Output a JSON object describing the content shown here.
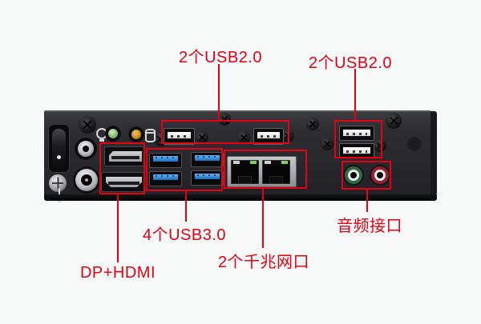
{
  "colors": {
    "background": "#f7f8f8",
    "annotation_red": "#e60012",
    "usb3_tongue_blue": "#2e86d9",
    "usb2_tongue_white": "#efefef",
    "power_led_green": "#82bd6f",
    "hdd_led_orange": "#cd8d1e",
    "line_out_green": "#2e6b40",
    "mic_in_red": "#93222e",
    "ethernet_led_green": "#77d266"
  },
  "annotations": {
    "usb2_top": {
      "label": "2个USB2.0"
    },
    "usb2_side": {
      "label": "2个USB2.0"
    },
    "usb3": {
      "label": "4个USB3.0"
    },
    "lan": {
      "label": "2个千兆网口"
    },
    "audio": {
      "label": "音频接口"
    },
    "dp_hdmi": {
      "label": "DP+HDMI"
    }
  }
}
